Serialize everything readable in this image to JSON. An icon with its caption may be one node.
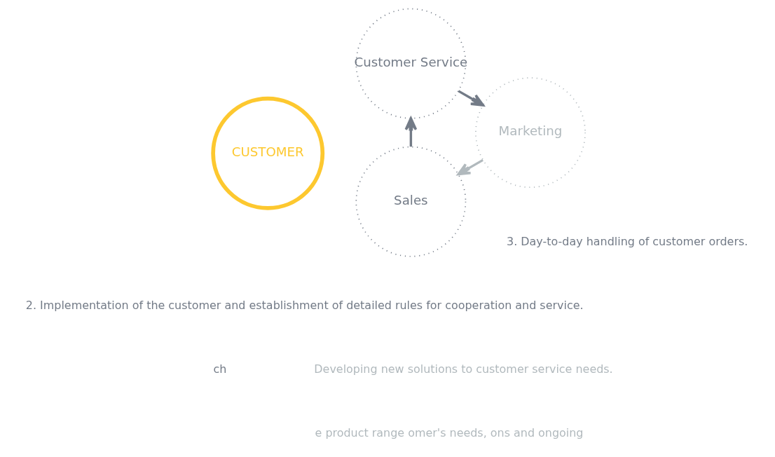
{
  "diagram": {
    "nodes": [
      {
        "text": [
          "Sales"
        ]
      },
      {
        "text": [
          "Customer Service"
        ]
      },
      {
        "text": [
          "CUSTOMER"
        ]
      },
      {
        "text": [
          "Marketing"
        ]
      }
    ],
    "edges": [
      {
        "from": 0,
        "to": 1,
        "arrow": "to"
      },
      {
        "from": 1,
        "to": 3,
        "arrow": "to"
      },
      {
        "from": 3,
        "to": 0,
        "arrow": "to",
        "color": "#b1b9bd"
      }
    ],
    "labels": [
      "ch",
      "2. Implementation of the customer and establishment of detailed rules for cooperation and service.",
      "3. Day-to-day handling of customer orders.",
      "e product range omer's needs, ons and ongoing",
      "Developing new solutions to customer service needs."
    ]
  }
}
